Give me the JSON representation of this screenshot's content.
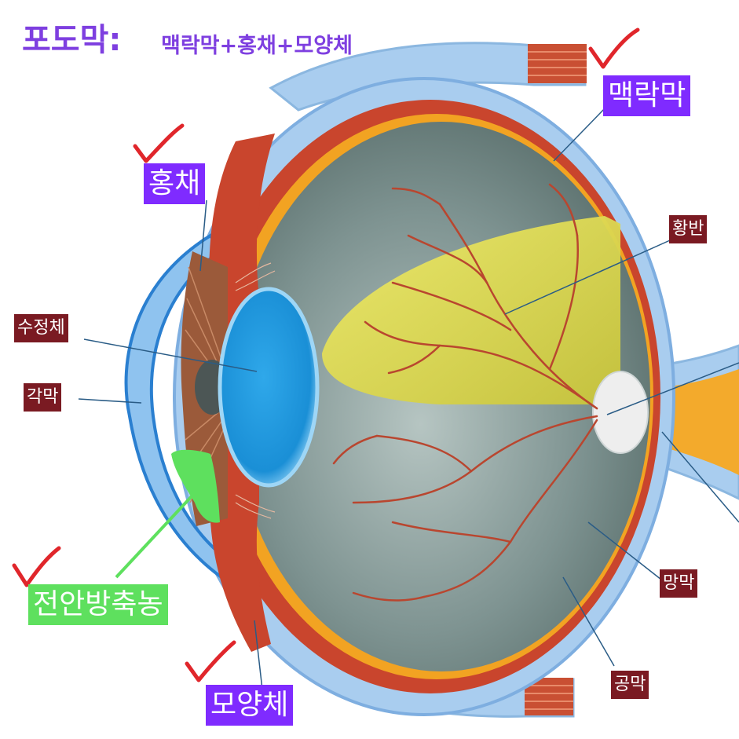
{
  "title": {
    "main": "포도막:",
    "sub": "맥락막+홍채+모양체"
  },
  "labels": {
    "choroid": "맥락막",
    "iris": "홍채",
    "ciliary_body": "모양체",
    "anterior_chamber_abscess": "전안방축농",
    "lens": "수정체",
    "cornea": "각막",
    "macula": "황반",
    "retina": "망막",
    "sclera": "공막"
  },
  "colors": {
    "title_purple": "#7e3fe0",
    "highlight_purple": "#7f2bff",
    "dark_red_label": "#7a1a22",
    "green_label": "#5ee05e",
    "check_red": "#e0262b",
    "sclera_blue": "#a9cdef",
    "choroid_red": "#c9452d",
    "retina_orange": "#f2a322",
    "lens_blue": "#22a3ea",
    "macula_yellow": "#e4e14c",
    "vitreous_gray": "#6f8582"
  },
  "icons": [
    "checkmark-icon"
  ]
}
